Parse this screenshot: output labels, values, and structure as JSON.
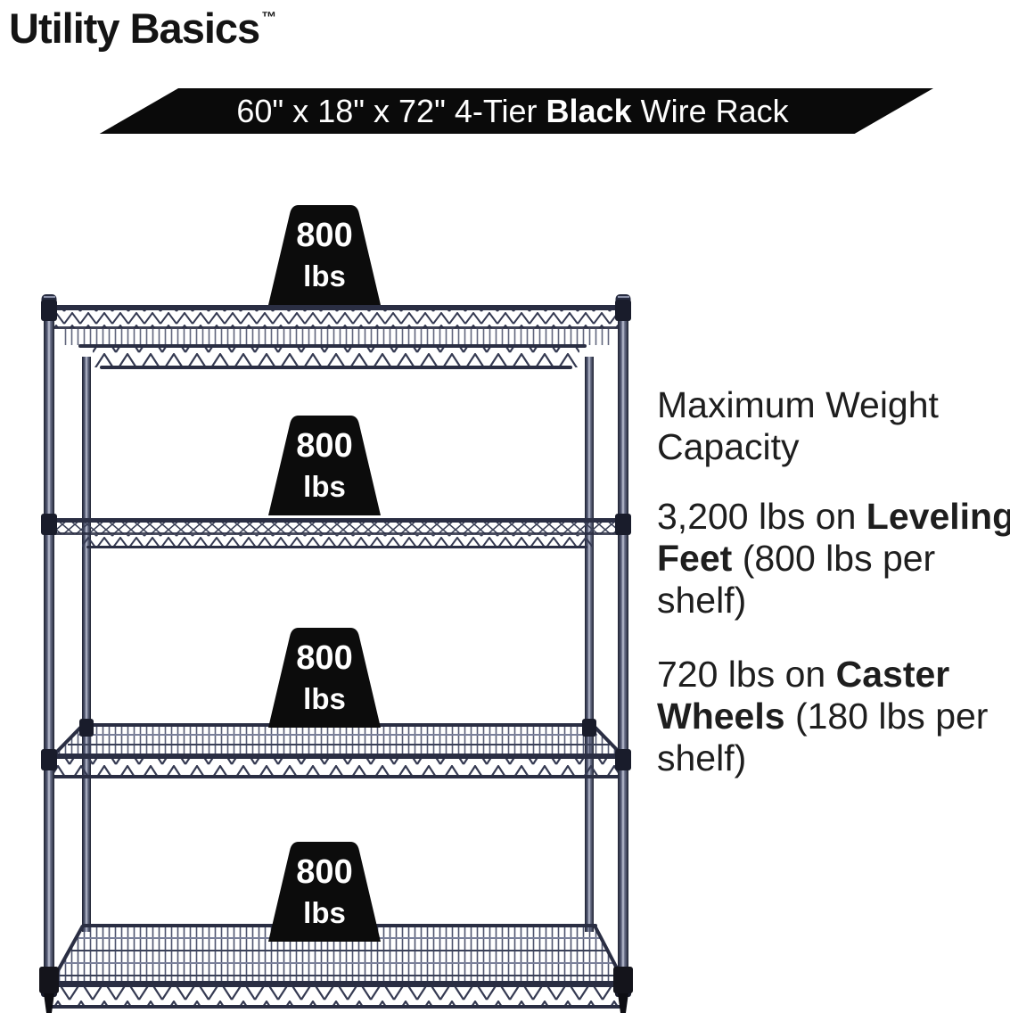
{
  "brand": {
    "name": "Utility Basics",
    "trademark": "™"
  },
  "banner": {
    "text_pre": "60\" x 18\" x 72\" 4-Tier ",
    "text_bold": "Black",
    "text_post": " Wire Rack",
    "bg_color": "#0a0a0a",
    "text_color": "#ffffff"
  },
  "rack": {
    "description": "4-tier black wire shelving rack with leveling feet",
    "tiers": 4,
    "color": "#2e3247"
  },
  "weights": {
    "shape_color": "#0c0c0c",
    "labels": [
      {
        "value": "800",
        "unit": "lbs"
      },
      {
        "value": "800",
        "unit": "lbs"
      },
      {
        "value": "800",
        "unit": "lbs"
      },
      {
        "value": "800",
        "unit": "lbs"
      }
    ]
  },
  "info": {
    "title": "Maximum Weight Capacity",
    "items": [
      {
        "pre": "3,200 lbs on ",
        "bold": "Leveling Feet",
        "post": " (800 lbs per shelf)"
      },
      {
        "pre": "720 lbs on ",
        "bold": "Caster Wheels",
        "post": " (180 lbs per shelf)"
      }
    ]
  }
}
